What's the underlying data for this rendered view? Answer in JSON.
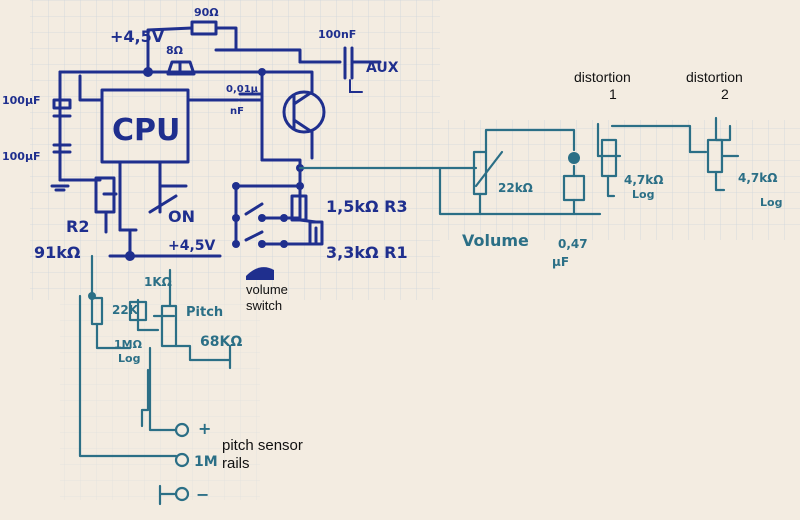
{
  "labels": {
    "supply_top": "+4,5V",
    "r_top": "90Ω",
    "speaker": "8Ω",
    "cap_aux": "100nF",
    "aux": "AUX",
    "cpu": "CPU",
    "cap1": "100µF",
    "cap2": "100µF",
    "cap_small": "0,01µ",
    "cap_small2": "nF",
    "on": "ON",
    "r2": "R2",
    "r2_val": "91kΩ",
    "supply_mid": "+4,5V",
    "r3": "1,5kΩ R3",
    "r1": "3,3kΩ R1",
    "volume_switch": "volume\nswitch",
    "r_1k": "1KΩ",
    "pitch": "Pitch",
    "r_22k": "22K",
    "r_1m": "1MΩ",
    "log1": "Log",
    "r_68k": "68KΩ",
    "pot_22k": "22kΩ",
    "volume": "Volume",
    "cap_047": "0,47",
    "cap_047u": "µF",
    "distortion1": "distortion\n1",
    "distortion2": "distortion\n2",
    "pot_47k_1": "4,7kΩ",
    "log2": "Log",
    "pot_47k_2": "4,7kΩ",
    "log3": "Log",
    "rail_plus": "+",
    "rail_one": "1M",
    "rail_minus": "−",
    "pitch_sensor": "pitch sensor\nrails"
  }
}
